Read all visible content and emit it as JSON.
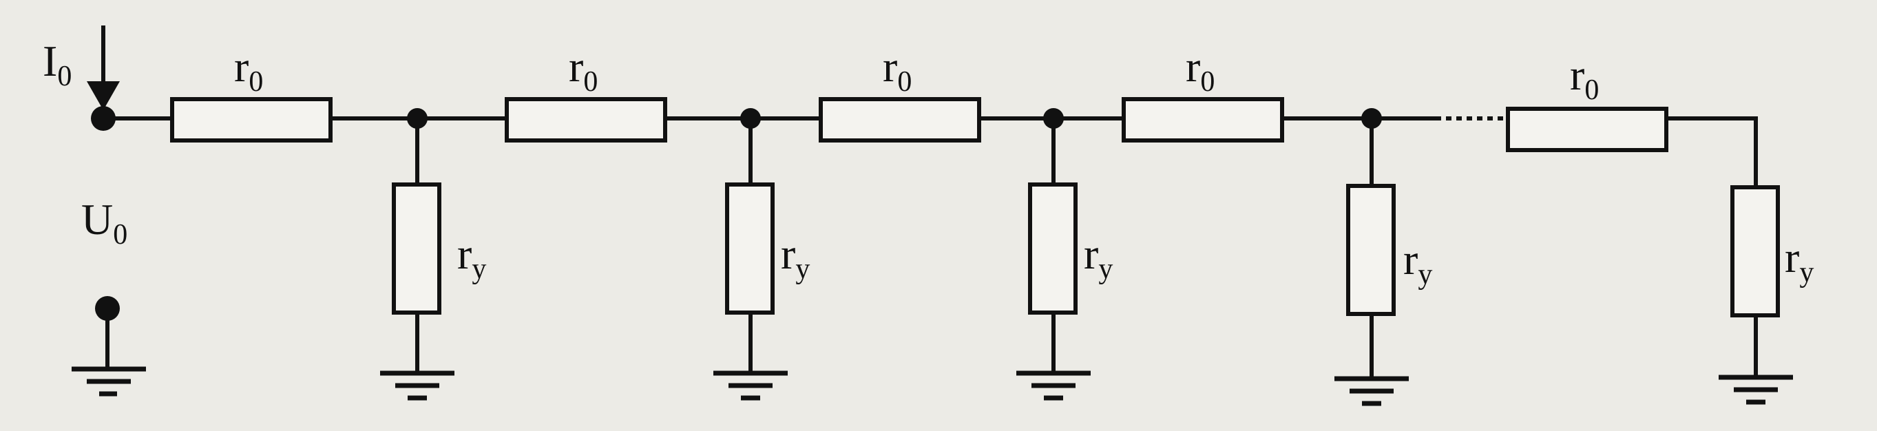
{
  "labels": {
    "current": {
      "main": "I",
      "sub": "0"
    },
    "voltage": {
      "main": "U",
      "sub": "0"
    },
    "series_resistor": {
      "main": "r",
      "sub": "0"
    },
    "shunt_resistor": {
      "main": "r",
      "sub": "y"
    }
  },
  "circuit": {
    "sections": 5,
    "has_continuation_ellipsis": true
  },
  "colors": {
    "ink": "#111111",
    "paper": "#ecebe6"
  }
}
